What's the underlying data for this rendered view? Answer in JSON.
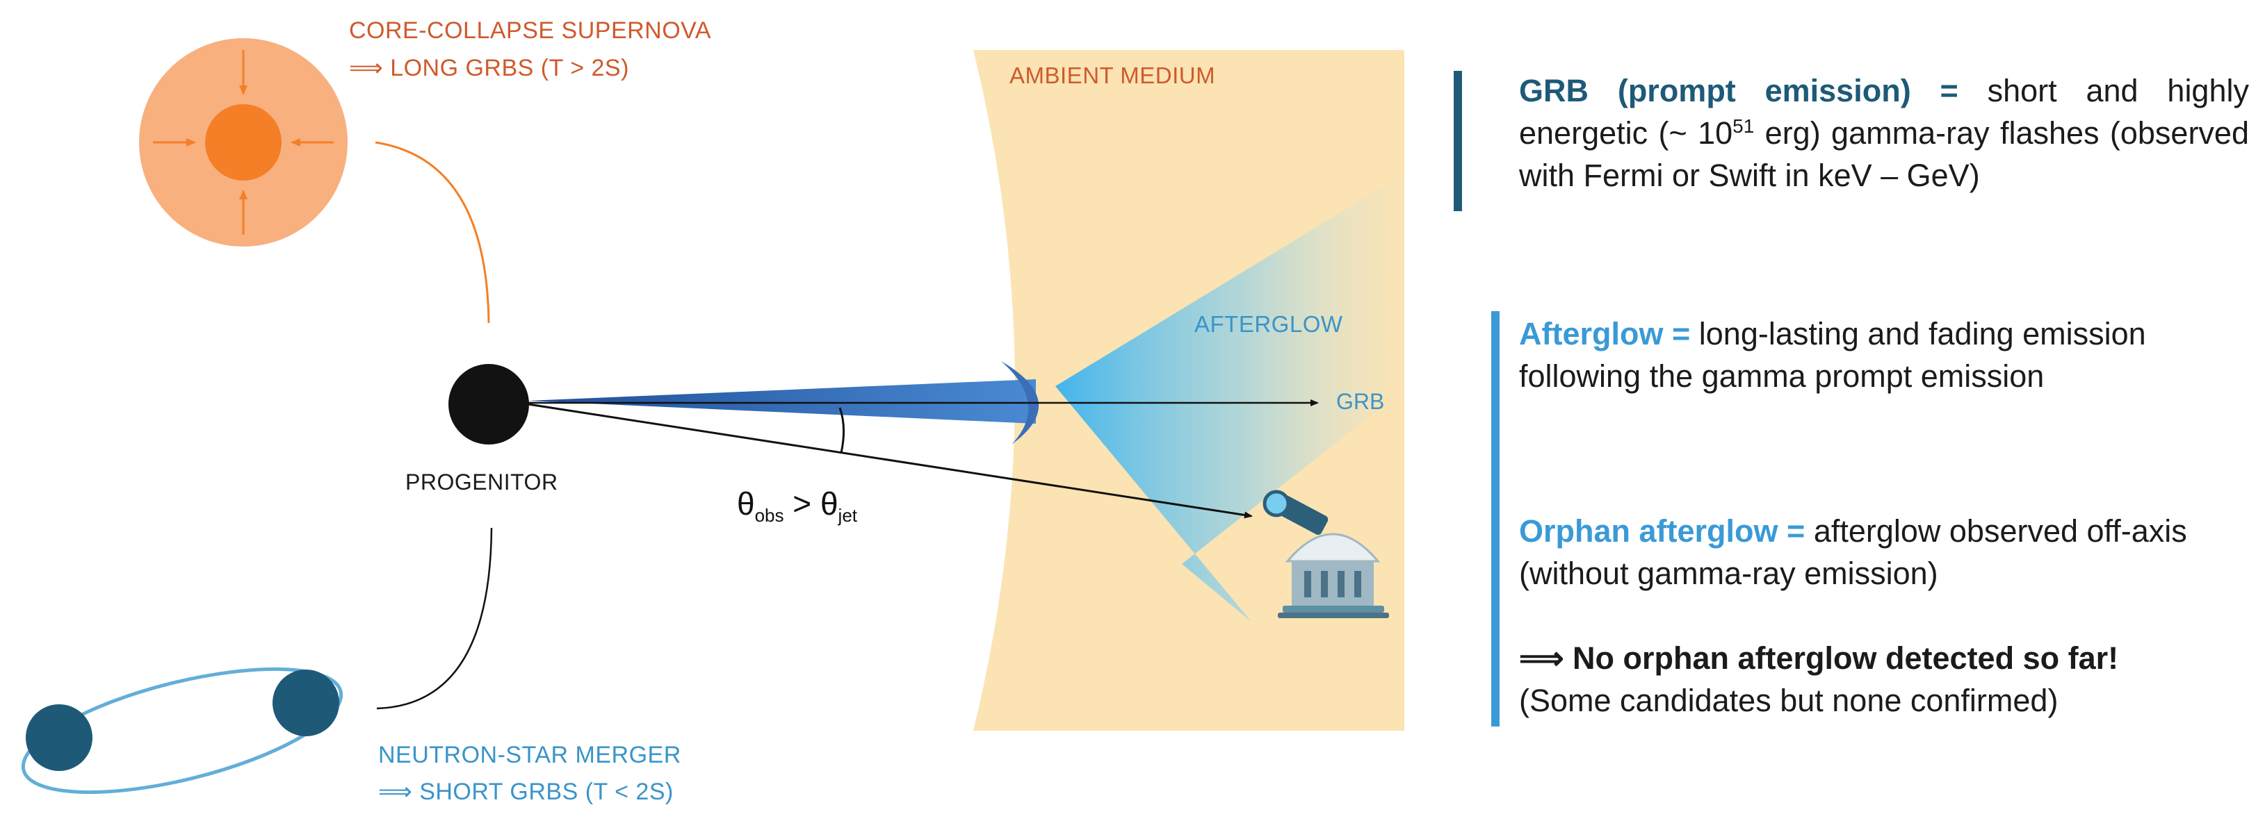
{
  "supernova": {
    "line1": "CORE-COLLAPSE SUPERNOVA",
    "line2": "⟹ LONG GRBS (T > 2S)"
  },
  "merger": {
    "line1": "NEUTRON-STAR MERGER",
    "line2": "⟹ SHORT GRBS (T < 2S)"
  },
  "progenitor": "PROGENITOR",
  "ambient_medium": "AMBIENT MEDIUM",
  "afterglow_label": "AFTERGLOW",
  "grb_label": "GRB",
  "angle": {
    "obs_symbol": "θ",
    "obs_sub": "obs",
    "relation": " > ",
    "jet_symbol": "θ",
    "jet_sub": "jet"
  },
  "colors": {
    "supernova_orange": "#f8b07f",
    "supernova_core": "#f47f27",
    "label_orange": "#cf5a2c",
    "ambient_fill": "#fbe3b3",
    "jet_blue": "#3a6fb8",
    "afterglow_blue": "#39b2ef",
    "neutron_star": "#1e5a78",
    "orbit_blue": "#62aed8",
    "grb_bar": "#1e5a78",
    "afterglow_bar": "#3a9ad6"
  },
  "icons": [
    "telescope-observatory-icon"
  ],
  "text": {
    "grb": {
      "term": "GRB (prompt emission) =",
      "desc_a": " short and highly energetic (~ 10",
      "exp": "51",
      "desc_b": " erg) gamma-ray flashes (observed  with Fermi or Swift in keV – GeV)"
    },
    "afterglow": {
      "term": "Afterglow =",
      "desc": " long-lasting and fading emission following the gamma prompt emission"
    },
    "orphan": {
      "term": "Orphan afterglow =",
      "desc": " afterglow observed off-axis (without gamma-ray emission)"
    },
    "conclusion": "⟹  No orphan afterglow detected so far!",
    "note": "(Some candidates but none confirmed)"
  }
}
